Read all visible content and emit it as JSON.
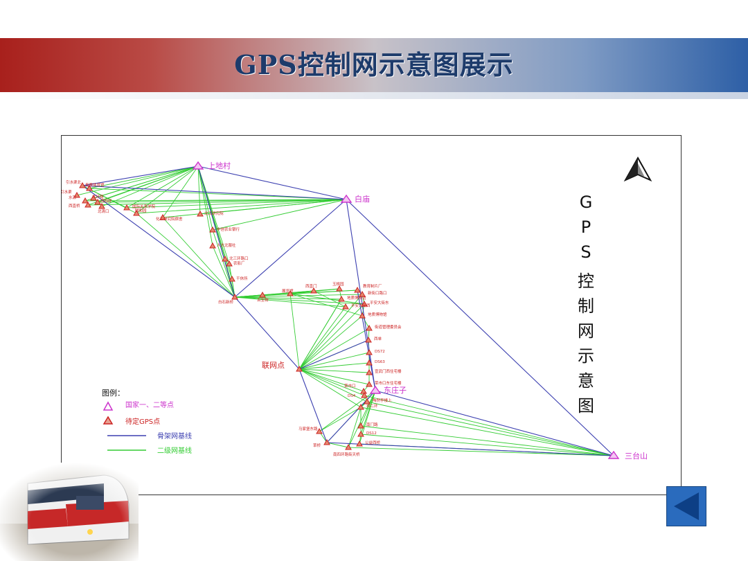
{
  "slide": {
    "title": "GPS控制网示意图展示"
  },
  "map": {
    "vertical_title": [
      "G",
      "P",
      "S",
      "控",
      "制",
      "网",
      "示",
      "意",
      "图"
    ],
    "nodes": [
      {
        "id": "shangdicun",
        "label": "上地村",
        "type": "primary"
      },
      {
        "id": "baimiao",
        "label": "白庙",
        "type": "primary"
      },
      {
        "id": "dongzhuangzi",
        "label": "东庄子",
        "type": "primary"
      },
      {
        "id": "santaishan",
        "label": "三台山",
        "type": "primary"
      },
      {
        "id": "lianwangdian",
        "label": "联网点",
        "type": "pending"
      },
      {
        "id": "n1",
        "label": "引水渠北",
        "type": "pending"
      },
      {
        "id": "n2",
        "label": "奥赛体育馆",
        "type": "pending"
      },
      {
        "id": "n3",
        "label": "引水渠",
        "type": "pending"
      },
      {
        "id": "n4",
        "label": "水源",
        "type": "pending"
      },
      {
        "id": "n5",
        "label": "北环路",
        "type": "pending"
      },
      {
        "id": "n6",
        "label": "西直桥",
        "type": "pending"
      },
      {
        "id": "n7",
        "label": "北清口",
        "type": "pending"
      },
      {
        "id": "n8",
        "label": "西四环",
        "type": "pending"
      },
      {
        "id": "n9",
        "label": "国际关系学院",
        "type": "pending"
      },
      {
        "id": "n10",
        "label": "颐和园",
        "type": "pending"
      },
      {
        "id": "n11",
        "label": "北工研究院",
        "type": "pending"
      },
      {
        "id": "n12",
        "label": "化工研究院宿舍",
        "type": "pending"
      },
      {
        "id": "n13",
        "label": "中信农业银行",
        "type": "pending"
      },
      {
        "id": "n14",
        "label": "人大北服社",
        "type": "pending"
      },
      {
        "id": "n15",
        "label": "北三环路口",
        "type": "pending"
      },
      {
        "id": "n16",
        "label": "农影厂",
        "type": "pending"
      },
      {
        "id": "n17",
        "label": "干休所",
        "type": "pending"
      },
      {
        "id": "n18",
        "label": "白石新桥",
        "type": "pending"
      },
      {
        "id": "n19",
        "label": "古生物",
        "type": "pending"
      },
      {
        "id": "n20",
        "label": "展览馆",
        "type": "pending"
      },
      {
        "id": "n21",
        "label": "西直门",
        "type": "pending"
      },
      {
        "id": "n22",
        "label": "玉桃园",
        "type": "pending"
      },
      {
        "id": "n23",
        "label": "教育制片厂",
        "type": "pending"
      },
      {
        "id": "n24",
        "label": "新街口路口",
        "type": "pending"
      },
      {
        "id": "n25",
        "label": "地质博物馆",
        "type": "pending"
      },
      {
        "id": "n26",
        "label": "平安大街东",
        "type": "pending"
      },
      {
        "id": "n27",
        "label": "平安大街西",
        "type": "pending"
      },
      {
        "id": "n28",
        "label": "地质博物馆",
        "type": "pending"
      },
      {
        "id": "n29",
        "label": "街道管理委员会",
        "type": "pending"
      },
      {
        "id": "n30",
        "label": "西单",
        "type": "pending"
      },
      {
        "id": "n31",
        "label": "DS72",
        "type": "pending"
      },
      {
        "id": "n32",
        "label": "DS63",
        "type": "pending"
      },
      {
        "id": "n33",
        "label": "宣武门西住宅楼",
        "type": "pending"
      },
      {
        "id": "n34",
        "label": "菜市口东住宅楼",
        "type": "pending"
      },
      {
        "id": "n35",
        "label": "菜市口",
        "type": "pending"
      },
      {
        "id": "n36",
        "label": "DS4",
        "type": "pending"
      },
      {
        "id": "n37",
        "label": "陶然亭楼上",
        "type": "pending"
      },
      {
        "id": "n38",
        "label": "右二环",
        "type": "pending"
      },
      {
        "id": "n39",
        "label": "南门路",
        "type": "pending"
      },
      {
        "id": "n40",
        "label": "DS12",
        "type": "pending"
      },
      {
        "id": "n41",
        "label": "公益西桥",
        "type": "pending"
      },
      {
        "id": "n42",
        "label": "马家堡东路",
        "type": "pending"
      },
      {
        "id": "n43",
        "label": "草桥",
        "type": "pending"
      },
      {
        "id": "n44",
        "label": "南四环路街天桥",
        "type": "pending"
      }
    ],
    "legend": {
      "title": "图例：",
      "items": [
        {
          "symbol": "primary-triangle",
          "label": "国家一、二等点",
          "color": "#cc33cc"
        },
        {
          "symbol": "pending-triangle",
          "label": "待定GPS点",
          "color": "#cc2222"
        },
        {
          "symbol": "line",
          "label": "骨架网基线",
          "color": "#3b3fb0"
        },
        {
          "symbol": "line",
          "label": "二级网基线",
          "color": "#33cc33"
        }
      ]
    }
  },
  "colors": {
    "primary_line": "#3b3fb0",
    "secondary_line": "#33cc33",
    "primary_point": "#cc33cc",
    "pending_point": "#cc2222"
  },
  "back_button": {
    "icon": "triangle-left-icon"
  }
}
